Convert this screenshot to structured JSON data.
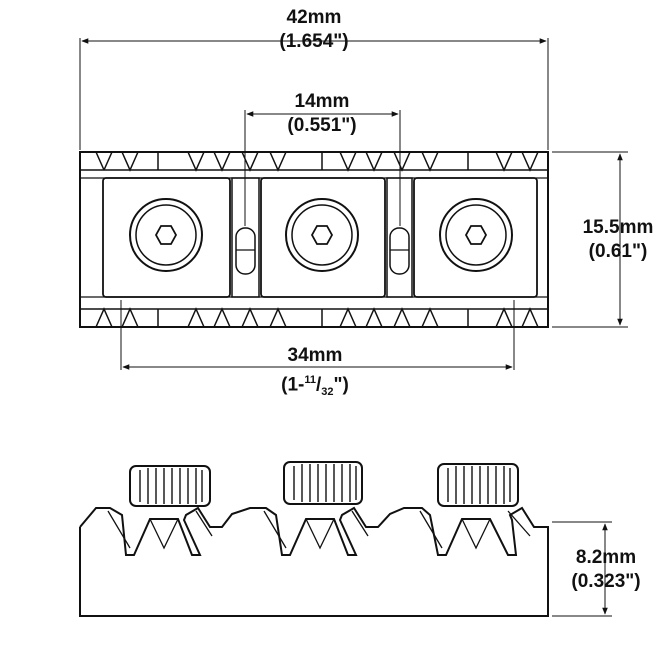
{
  "colors": {
    "ink": "#111111",
    "background": "#ffffff"
  },
  "dimensions": {
    "overall_width": {
      "metric": "42mm",
      "imperial": "(1.654\")"
    },
    "string_spacing": {
      "metric": "14mm",
      "imperial": "(0.551\")"
    },
    "outer_spacing": {
      "metric": "34mm",
      "imperial_prefix": "(1-",
      "imperial_numerator": "11",
      "imperial_slash": "/",
      "imperial_denominator": "32",
      "imperial_suffix": "\")"
    },
    "depth": {
      "metric": "15.5mm",
      "imperial": "(0.61\")"
    },
    "height": {
      "metric": "8.2mm",
      "imperial": "(0.323\")"
    }
  },
  "views": {
    "top": "top-view",
    "side": "side-view"
  },
  "parts": {
    "screws_count": 3
  }
}
